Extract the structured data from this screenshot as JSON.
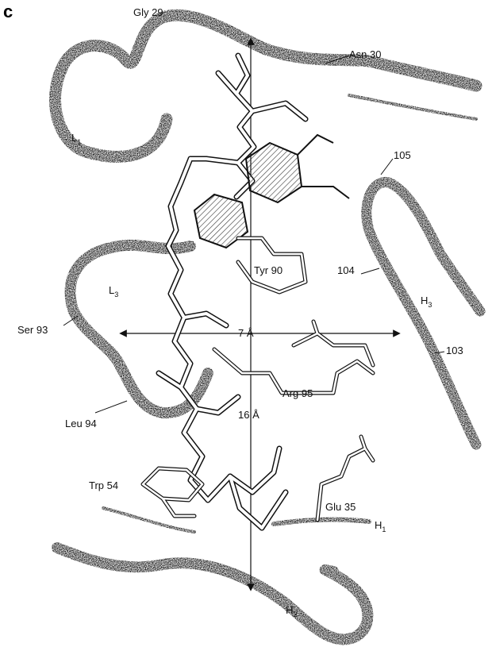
{
  "panel_letter": "c",
  "colors": {
    "ink": "#111111",
    "stipple": "#8a8a8a",
    "paper": "#ffffff",
    "hatch": "#333333"
  },
  "residues": {
    "gly29": "Gly 29",
    "asn30": "Asn 30",
    "tyr90": "Tyr 90",
    "ser93": "Ser 93",
    "arg95": "Arg 95",
    "leu94": "Leu 94",
    "trp54": "Trp 54",
    "glu35": "Glu 35",
    "r105": "105",
    "r104": "104",
    "r103": "103"
  },
  "loops": {
    "l1": "L",
    "l1_sub": "1",
    "l3": "L",
    "l3_sub": "3",
    "h1": "H",
    "h1_sub": "1",
    "h2": "H",
    "h2_sub": "2",
    "h3": "H",
    "h3_sub": "3"
  },
  "distances": {
    "width": "7 Å",
    "depth": "16 Å"
  }
}
